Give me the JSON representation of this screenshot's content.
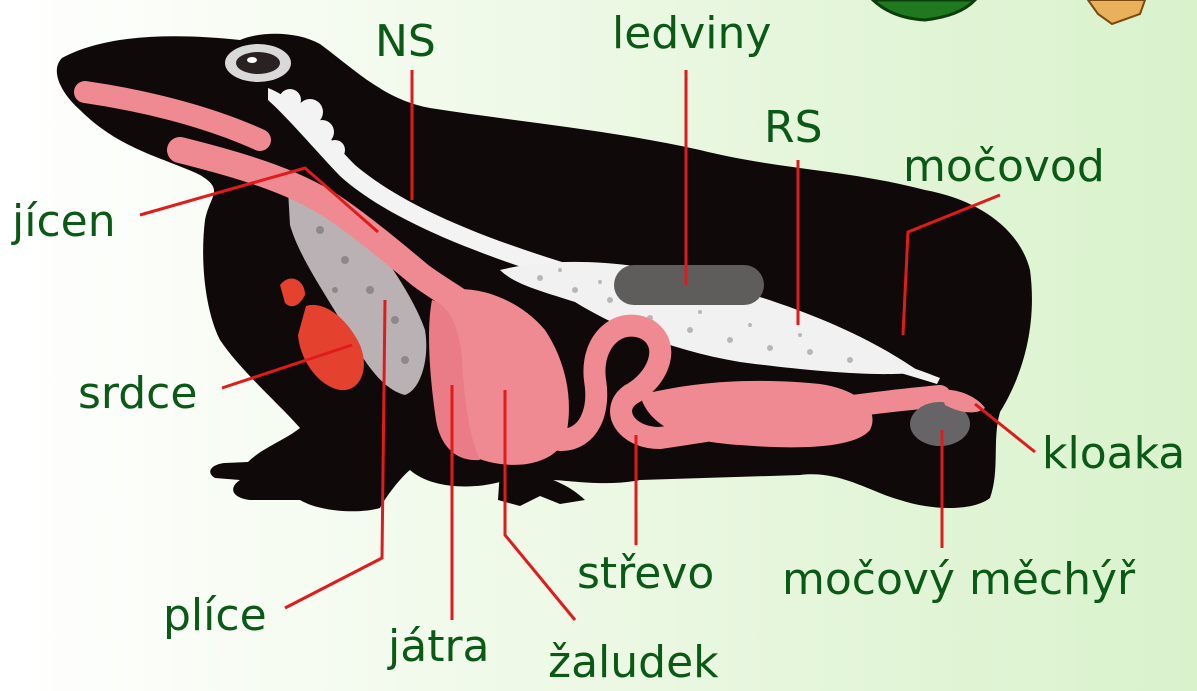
{
  "diagram": {
    "colors": {
      "body": "#0f0909",
      "digestive_tract": "#f08a92",
      "lungs": "#b9b1b3",
      "heart": "#e4412f",
      "kidney": "#5f5c5c",
      "reproductive": "#f1f1f1",
      "bladder": "#666466",
      "nervous_system": "#f3f3f3",
      "leader_lines": "#e01b1b",
      "label_text": "#0a5a16"
    },
    "labels": {
      "ns": "NS",
      "ledviny": "ledviny",
      "rs": "RS",
      "mocovod": "močovod",
      "jicen": "jícen",
      "srdce": "srdce",
      "kloaka": "kloaka",
      "strevo": "střevo",
      "mocovy_mechyr": "močový měchýř",
      "plice": "plíce",
      "jatra": "játra",
      "zaludek": "žaludek"
    }
  }
}
